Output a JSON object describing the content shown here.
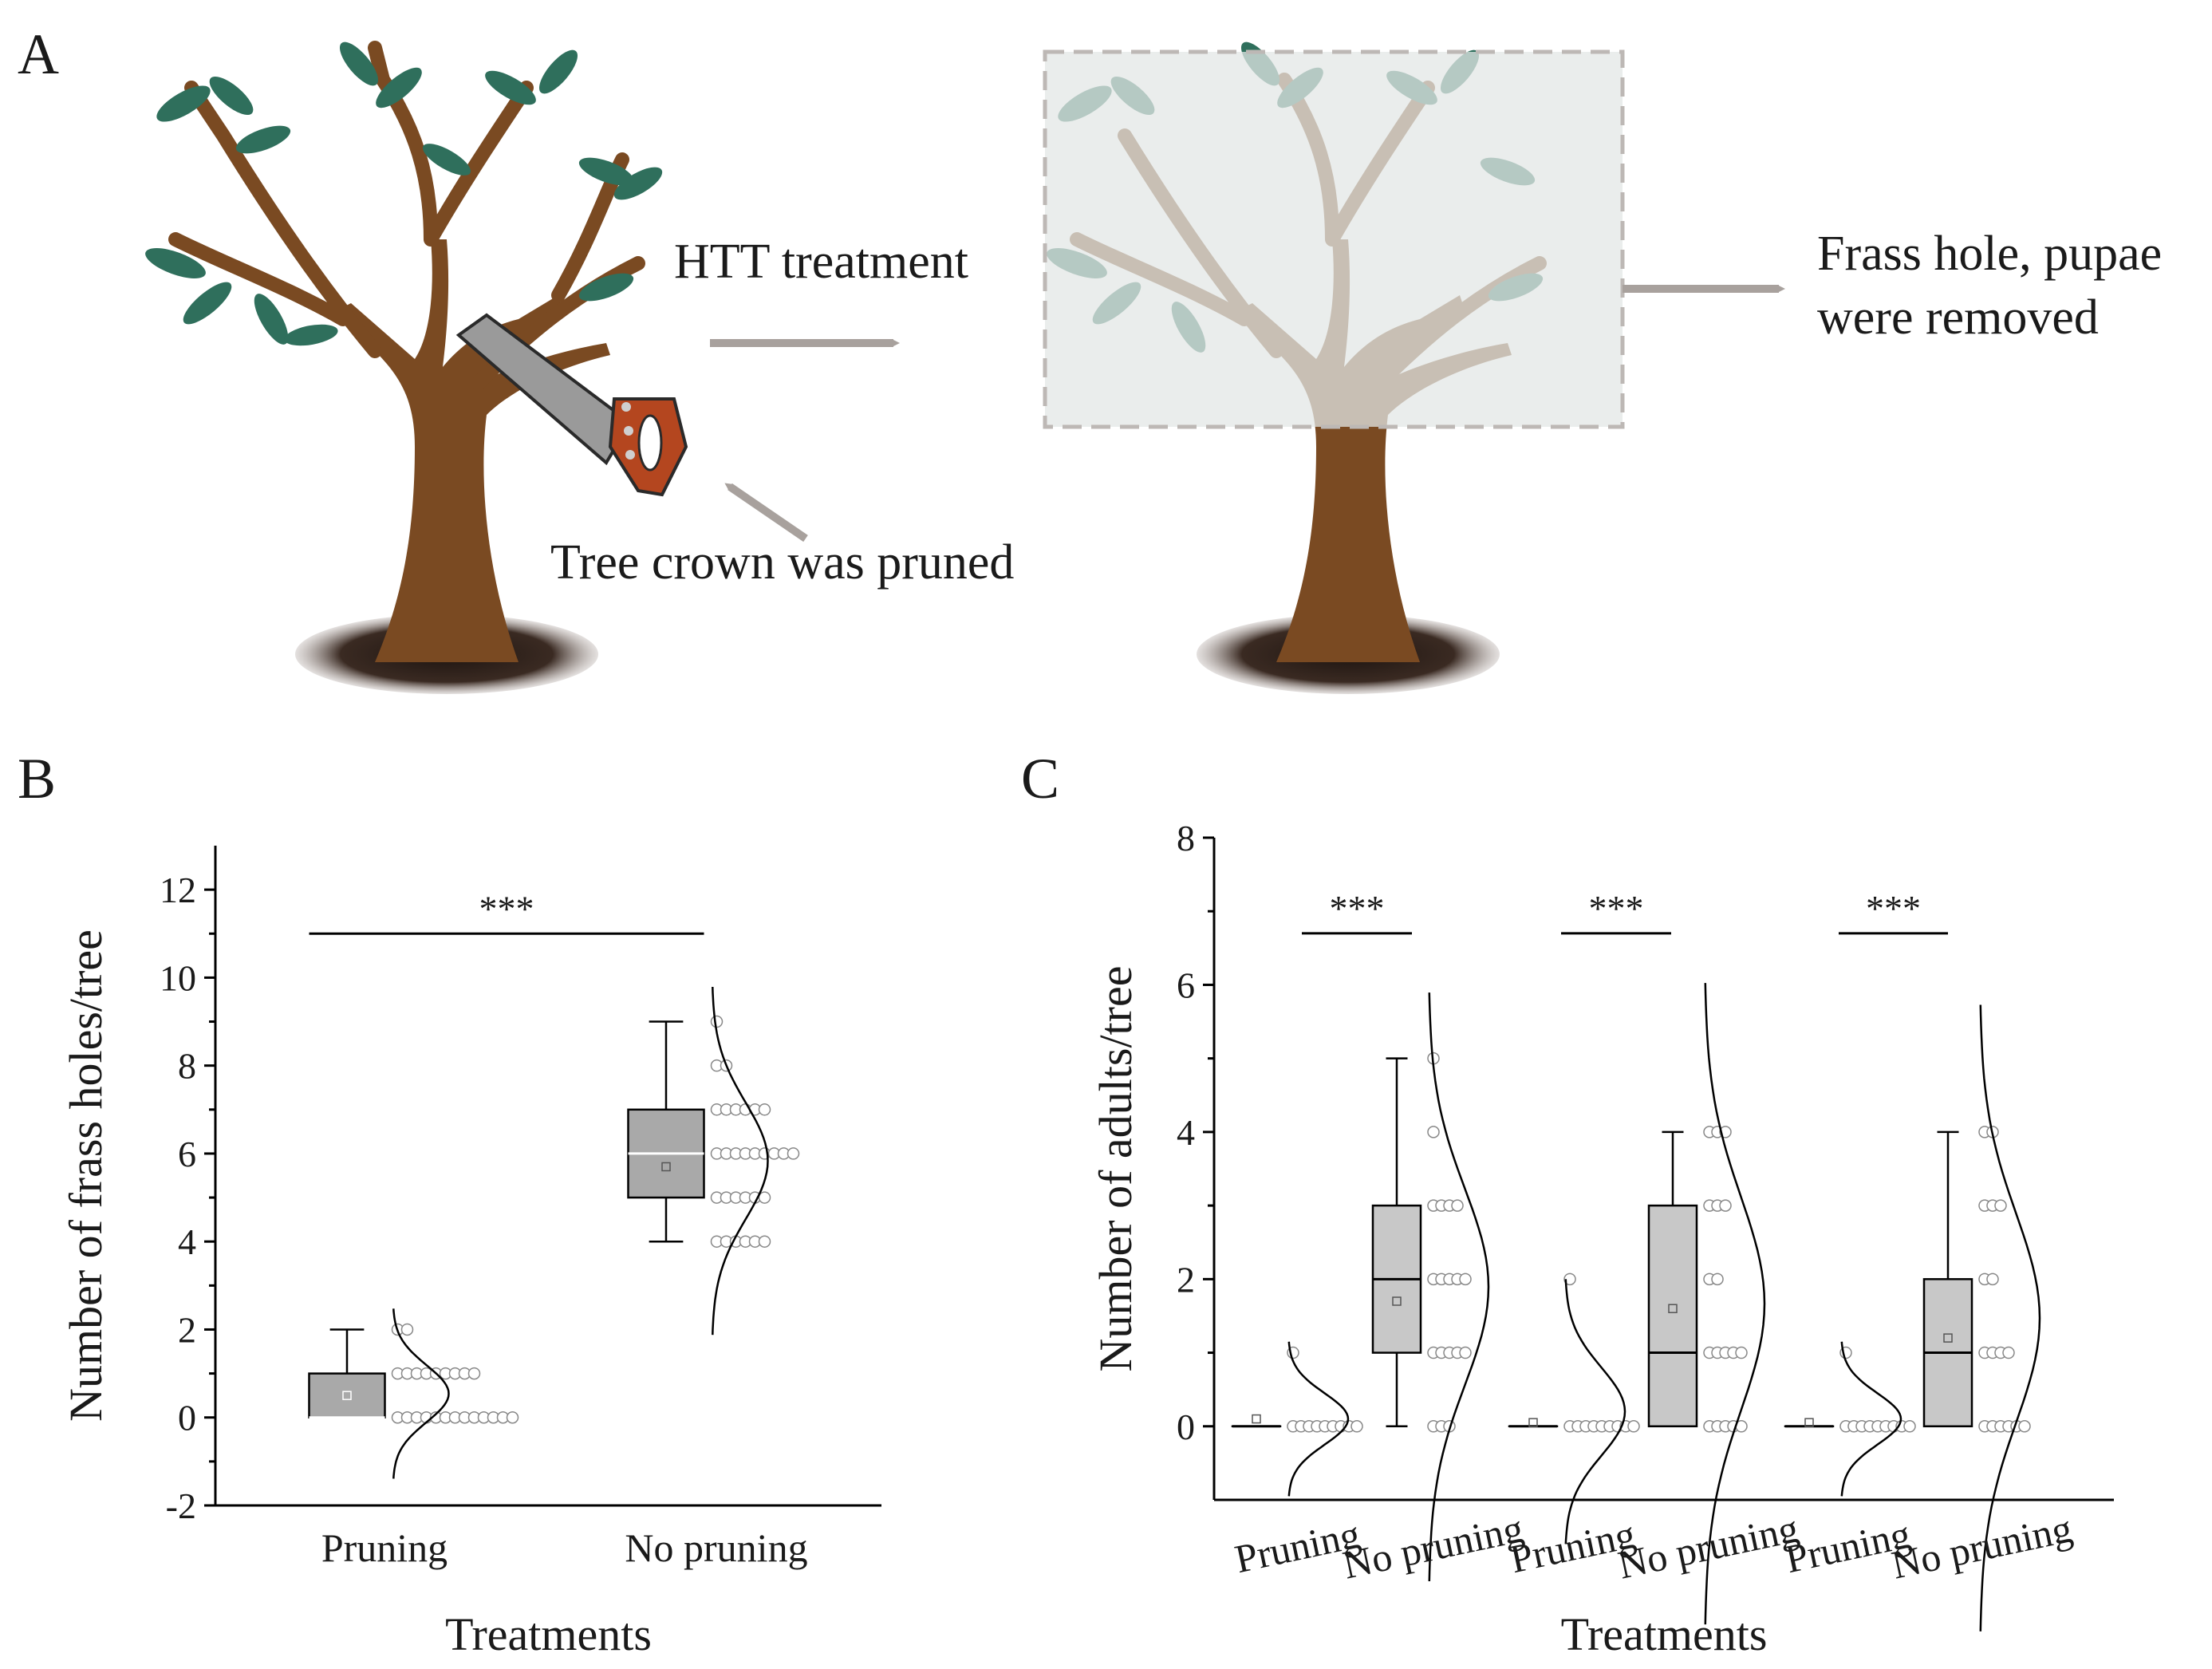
{
  "panel_a": {
    "label": "A",
    "step1_caption": "HTT treatment",
    "prune_caption": "Tree crown was pruned",
    "step2_caption_line1": "Frass hole, pupae",
    "step2_caption_line2": "were removed",
    "illustrations": [
      "tree-with-saw-icon",
      "tree-in-heat-tent-icon"
    ],
    "colors": {
      "arrow": "#a8a19d",
      "trunk": "#7a4a22",
      "leaf": "#2f6f5c",
      "tent": "#e3e7e6",
      "saw_handle": "#b4461f"
    }
  },
  "chart_data": [
    {
      "panel": "B",
      "type": "box",
      "xlabel": "Treatments",
      "ylabel": "Number of frass holes/tree",
      "ylim": [
        -2,
        13
      ],
      "yticks": [
        -2,
        0,
        2,
        4,
        6,
        8,
        10,
        12
      ],
      "categories": [
        "Pruning",
        "No pruning"
      ],
      "boxes": [
        {
          "category": "Pruning",
          "min": 0,
          "q1": 0,
          "median": 0,
          "q3": 1,
          "max": 2,
          "mean": 0.5
        },
        {
          "category": "No pruning",
          "min": 4,
          "q1": 5,
          "median": 6,
          "q3": 7,
          "max": 9,
          "mean": 5.7
        }
      ],
      "points": [
        {
          "category": "Pruning",
          "values": [
            2,
            2,
            1,
            1,
            1,
            1,
            1,
            1,
            1,
            1,
            1,
            0,
            0,
            0,
            0,
            0,
            0,
            0,
            0,
            0,
            0,
            0,
            0,
            0
          ]
        },
        {
          "category": "No pruning",
          "values": [
            9,
            8,
            8,
            7,
            7,
            7,
            7,
            7,
            7,
            6,
            6,
            6,
            6,
            6,
            6,
            6,
            6,
            6,
            5,
            5,
            5,
            5,
            5,
            5,
            4,
            4,
            4,
            4,
            4,
            4
          ]
        }
      ],
      "significance": [
        {
          "pair": [
            "Pruning",
            "No pruning"
          ],
          "label": "***",
          "y": 11
        }
      ],
      "colors": {
        "box": "#a9a9a9",
        "median_line": "#ffffff",
        "points": "#888888"
      }
    },
    {
      "panel": "C",
      "type": "box",
      "xlabel": "Treatments",
      "ylabel": "Number of adults/tree",
      "ylim": [
        -1,
        8
      ],
      "yticks": [
        0,
        2,
        4,
        6,
        8
      ],
      "categories": [
        "Pruning",
        "No pruning",
        "Pruning",
        "No pruning",
        "Pruning",
        "No pruning"
      ],
      "boxes": [
        {
          "category": "Pruning",
          "min": 0,
          "q1": 0,
          "median": 0,
          "q3": 0,
          "max": 0,
          "mean": 0.1
        },
        {
          "category": "No pruning",
          "min": 0,
          "q1": 1,
          "median": 2,
          "q3": 3,
          "max": 5,
          "mean": 1.7
        },
        {
          "category": "Pruning",
          "min": 0,
          "q1": 0,
          "median": 0,
          "q3": 0,
          "max": 0,
          "mean": 0.05
        },
        {
          "category": "No pruning",
          "min": 0,
          "q1": 0,
          "median": 1,
          "q3": 3,
          "max": 4,
          "mean": 1.6
        },
        {
          "category": "Pruning",
          "min": 0,
          "q1": 0,
          "median": 0,
          "q3": 0,
          "max": 0,
          "mean": 0.05
        },
        {
          "category": "No pruning",
          "min": 0,
          "q1": 0,
          "median": 1,
          "q3": 2,
          "max": 4,
          "mean": 1.2
        }
      ],
      "points": [
        {
          "category": "Pruning",
          "values": [
            1,
            0,
            0,
            0,
            0,
            0,
            0,
            0,
            0,
            0
          ]
        },
        {
          "category": "No pruning",
          "values": [
            5,
            4,
            3,
            3,
            3,
            3,
            2,
            2,
            2,
            2,
            2,
            1,
            1,
            1,
            1,
            1,
            0,
            0,
            0
          ]
        },
        {
          "category": "Pruning",
          "values": [
            2,
            0,
            0,
            0,
            0,
            0,
            0,
            0,
            0,
            0
          ]
        },
        {
          "category": "No pruning",
          "values": [
            4,
            4,
            4,
            3,
            3,
            3,
            2,
            2,
            1,
            1,
            1,
            1,
            1,
            0,
            0,
            0,
            0,
            0
          ]
        },
        {
          "category": "Pruning",
          "values": [
            1,
            0,
            0,
            0,
            0,
            0,
            0,
            0,
            0,
            0
          ]
        },
        {
          "category": "No pruning",
          "values": [
            4,
            4,
            3,
            3,
            3,
            2,
            2,
            1,
            1,
            1,
            1,
            0,
            0,
            0,
            0,
            0,
            0
          ]
        }
      ],
      "significance": [
        {
          "pair": [
            0,
            1
          ],
          "label": "***",
          "y": 6.7
        },
        {
          "pair": [
            2,
            3
          ],
          "label": "***",
          "y": 6.7
        },
        {
          "pair": [
            4,
            5
          ],
          "label": "***",
          "y": 6.7
        }
      ],
      "colors": {
        "box": "#c8c8c8",
        "median_line": "#000000",
        "points": "#888888"
      }
    }
  ],
  "panel_b": {
    "label": "B"
  },
  "panel_c": {
    "label": "C"
  }
}
